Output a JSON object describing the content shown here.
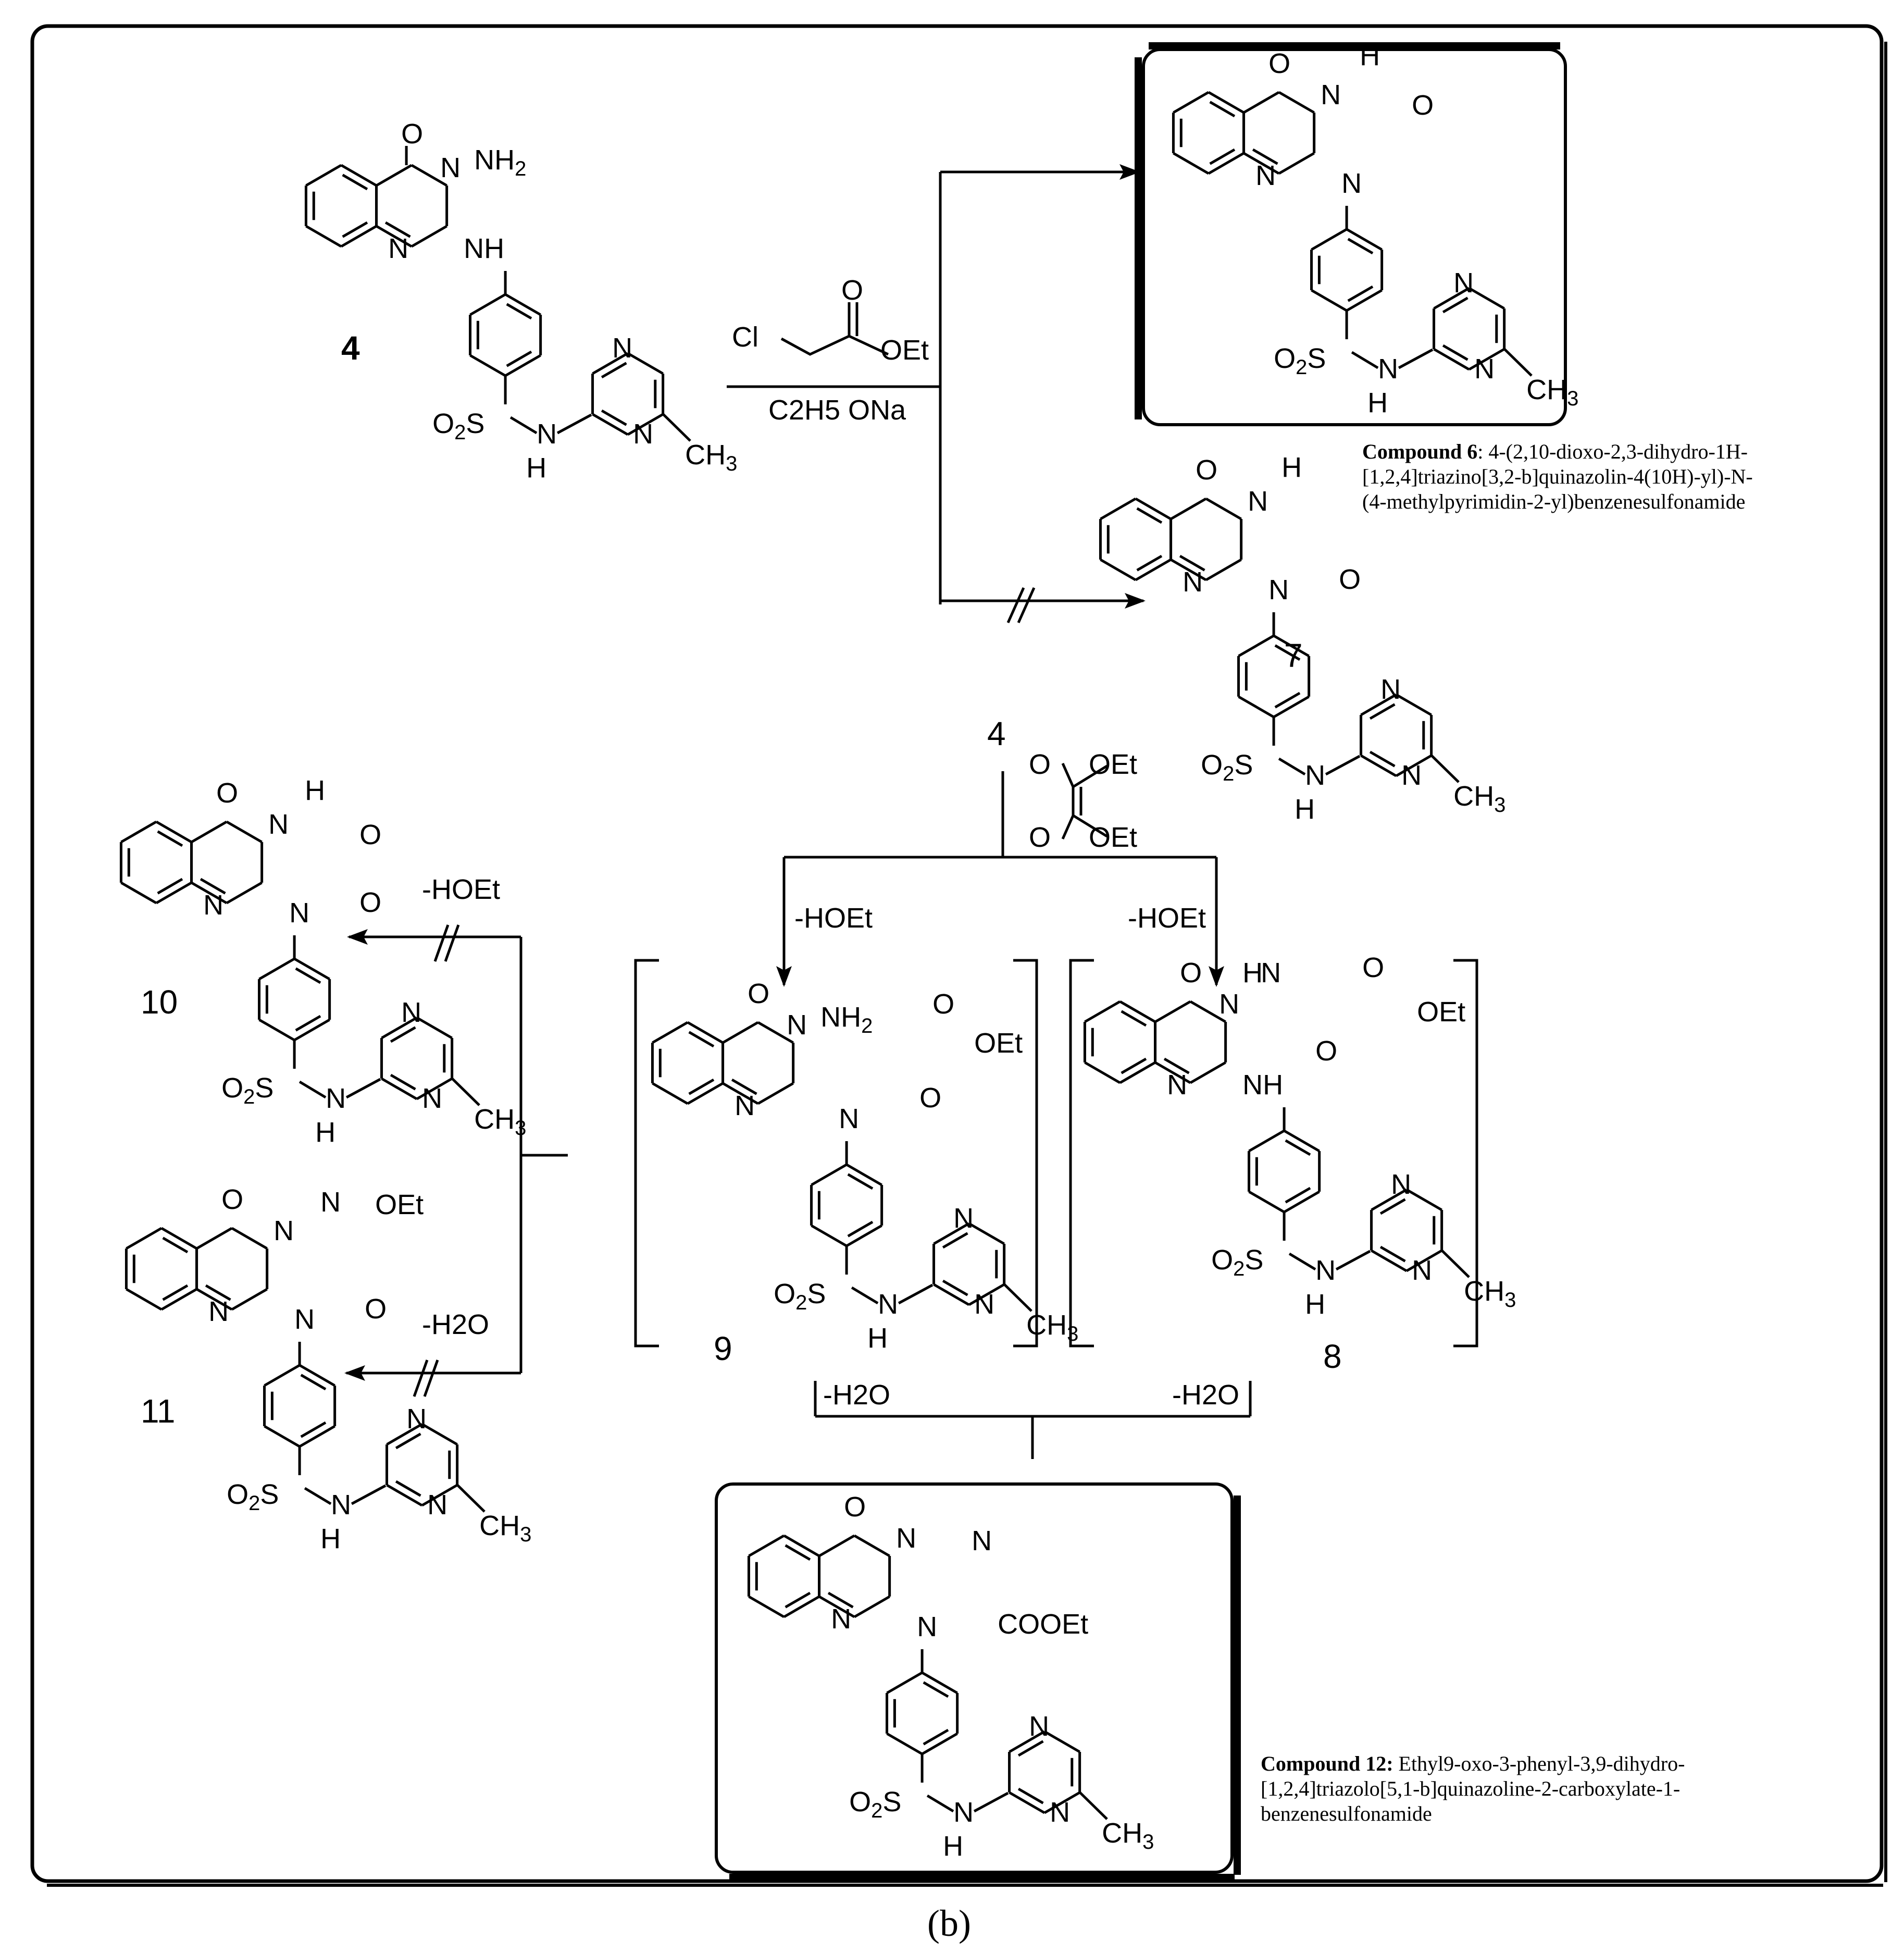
{
  "atoms": {
    "O": "O",
    "N": "N",
    "NH": "NH",
    "HN": "HN",
    "H": "H",
    "NH2": "NH2",
    "O2S": "O2S",
    "S": "S",
    "CH3": "CH3",
    "OEt": "OEt",
    "COOEt": "COOEt",
    "Cl": "Cl",
    "N_H": "N"
  },
  "compounds": {
    "start": "4",
    "c7": "7",
    "c8": "8",
    "c9": "9",
    "c10": "10",
    "c11": "11",
    "start_repeat": "4"
  },
  "reagents": {
    "base": "C2H5 ONa",
    "loss_hoet": "-HOEt",
    "loss_h2o": "-H2O"
  },
  "captions": {
    "c6_head": "Compound 6",
    "c6_line1": ": 4-(2,10-dioxo-2,3-dihydro-1H-",
    "c6_line2": "[1,2,4]triazino[3,2-b]quinazolin-4(10H)-yl)-N-",
    "c6_line3": "(4-methylpyrimidin-2-yl)benzenesulfonamide",
    "c12_head": "Compound 12:",
    "c12_line1": " Ethyl9-oxo-3-phenyl-3,9-dihydro-",
    "c12_line2": "[1,2,4]triazolo[5,1-b]quinazoline-2-carboxylate-1-",
    "c12_line3": "benzenesulfonamide"
  },
  "panel_label": "(b)"
}
